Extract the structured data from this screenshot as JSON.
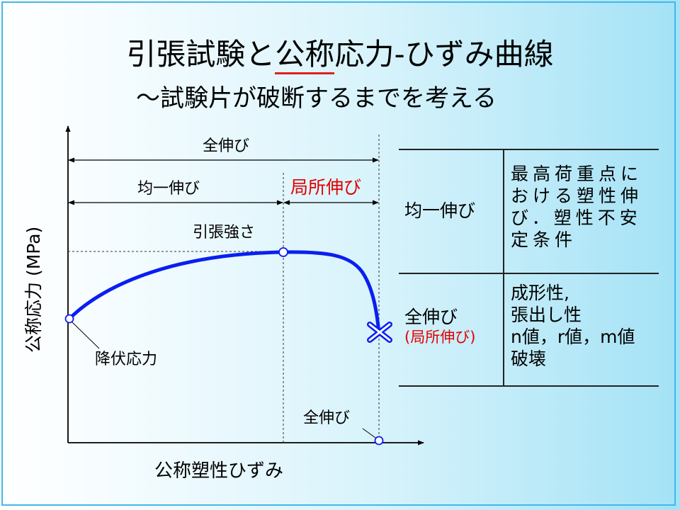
{
  "slide": {
    "title_a": "引張試験と",
    "title_u": "公称",
    "title_b": "応力-ひずみ曲線",
    "subtitle": "〜試験片が破断するまでを考える"
  },
  "diagram": {
    "y_axis_label": "公称応力 (MPa)",
    "x_axis_label": "公称塑性ひずみ",
    "total_elongation_top": "全伸び",
    "uniform_elongation": "均一伸び",
    "local_elongation": "局所伸び",
    "tensile_strength": "引張強さ",
    "yield_stress": "降伏応力",
    "total_elongation_axis": "全伸び"
  },
  "colors": {
    "curve": "#0a1ff0",
    "marker_fill": "#ffffff",
    "marker_stroke": "#0a1ff0",
    "local_label": "#e00000",
    "title_underline": "#e02020",
    "frame": "#41b9e8"
  },
  "table": {
    "rows": [
      {
        "left": [
          "均一伸び"
        ],
        "left_sub": "",
        "right": [
          "最高荷重点に",
          "おける塑性伸",
          "び．塑性不安",
          "定条件"
        ]
      },
      {
        "left": [
          "全伸び"
        ],
        "left_sub": "(局所伸び)",
        "right": [
          "成形性,",
          "張出し性",
          "n値，r値，m値",
          "破壊"
        ]
      }
    ]
  }
}
